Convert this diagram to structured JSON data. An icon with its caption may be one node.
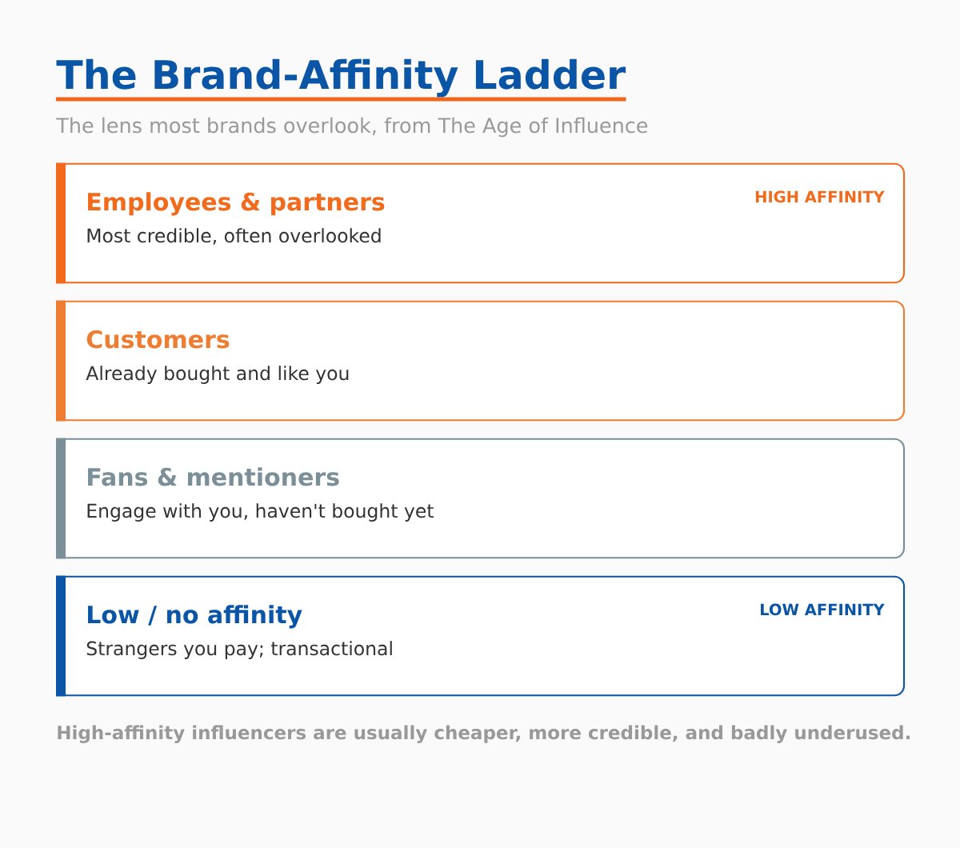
{
  "diagram": {
    "title": "The Brand-Affinity Ladder",
    "nodes": [
      {
        "text": [
          "Employees & partners",
          "HIGH AFFINITY",
          "Most credible, often overlooked"
        ]
      },
      {
        "text": [
          "Customers",
          "Already bought and like you"
        ]
      },
      {
        "text": [
          "Fans & mentioners",
          "Engage with you, haven't bought yet"
        ]
      },
      {
        "text": [
          "Low / no affinity",
          "LOW AFFINITY",
          "Strangers you pay; transactional"
        ]
      }
    ],
    "labels": [
      "The lens most brands overlook, from The Age of Influence"
    ],
    "caption": "High-affinity influencers are usually cheaper, more credible, and badly underused."
  }
}
